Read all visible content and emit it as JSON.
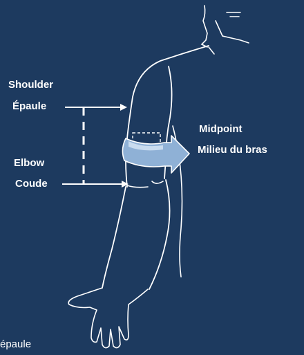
{
  "colors": {
    "background": "#1d3a5f",
    "outline": "#ffffff",
    "band_fill": "#8fb1d6",
    "band_highlight": "#c9dcef"
  },
  "labels": {
    "shoulder_en": "Shoulder",
    "shoulder_fr": "Épaule",
    "elbow_en": "Elbow",
    "elbow_fr": "Coude",
    "midpoint_en": "Midpoint",
    "midpoint_fr": "Milieu du bras",
    "footer_partial": "épaule"
  }
}
